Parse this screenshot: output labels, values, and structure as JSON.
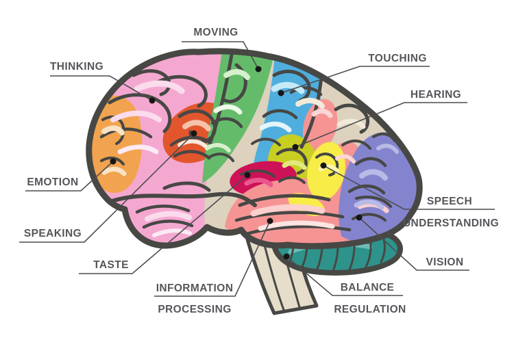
{
  "style_colors": {
    "background": "#FFFFFF",
    "outline": "#474744",
    "brain_base": "#DCD2BE",
    "label_text": "#55565A",
    "callout_line": "#4B4C50",
    "callout_dot": "#161616",
    "brainstem": "#E6DDCB"
  },
  "regions": {
    "thinking": {
      "label": "THINKING",
      "color": "#F4A8D0"
    },
    "moving": {
      "label": "MOVING",
      "color": "#64BC6A"
    },
    "touching": {
      "label": "TOUCHING",
      "color": "#4FAEDD"
    },
    "hearing": {
      "label": "HEARING",
      "color": "#C9CE23"
    },
    "emotion": {
      "label": "EMOTION",
      "color": "#F2A34F"
    },
    "speaking": {
      "label": "SPEAKING",
      "color": "#E2562E"
    },
    "taste": {
      "label": "TASTE",
      "color": "#CE1257"
    },
    "information_processing": {
      "label_line1": "INFORMATION",
      "label_line2": "PROCESSING",
      "color": "#F69494"
    },
    "speech_understanding": {
      "label_line1": "SPEECH",
      "label_line2": "UNDERSTANDING",
      "color": "#F8ED48"
    },
    "vision": {
      "label": "VISION",
      "color": "#8484CE"
    },
    "balance_regulation": {
      "label_line1": "BALANCE",
      "label_line2": "REGULATION",
      "color": "#2E938A"
    }
  }
}
